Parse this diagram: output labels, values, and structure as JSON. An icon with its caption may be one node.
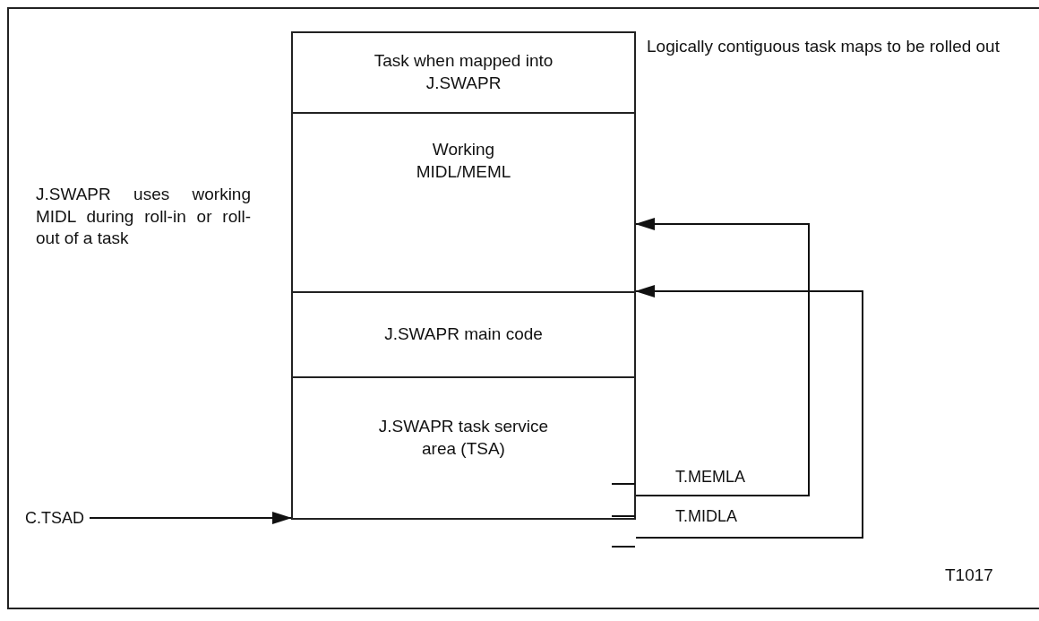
{
  "diagram": {
    "nodes": [
      {
        "text": [
          "Task when mapped into J.SWAPR"
        ]
      },
      {
        "text": [
          "Working MIDL/MEML"
        ]
      },
      {
        "text": [
          "J.SWAPR main code"
        ]
      },
      {
        "text": [
          "J.SWAPR task service area (TSA)"
        ]
      },
      {
        "text": [
          "C.TSAD"
        ]
      }
    ],
    "edges": [
      {
        "from": 3,
        "to": 1,
        "arrow": "to",
        "label": "T.MEMLA"
      },
      {
        "from": 3,
        "to": 1,
        "arrow": "to",
        "label": "T.MIDLA"
      },
      {
        "from": 4,
        "to": 3,
        "arrow": "to"
      }
    ],
    "labels": [
      "Logically contiguous task maps to be rolled out",
      "J.SWAPR uses working MIDL during roll-in or roll-out of a task",
      "T1017"
    ]
  }
}
